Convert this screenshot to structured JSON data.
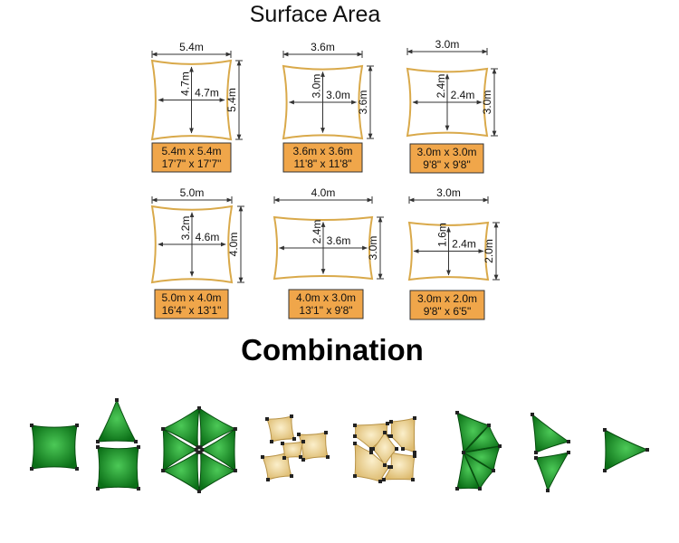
{
  "title": "Surface Area",
  "combination_title": "Combination",
  "colors": {
    "sail_outline": "#d9a94a",
    "label_fill": "#f0a64a",
    "label_border": "#333333",
    "dim_line": "#333333",
    "green_dark": "#0d7a1a",
    "green_light": "#3fbf4a",
    "sand_dark": "#e2c27a",
    "sand_light": "#f7e8bd",
    "corner": "#222222"
  },
  "sails": [
    {
      "top": "5.4m",
      "right": "5.4m",
      "inner_v": "4.7m",
      "inner_h": "4.7m",
      "label_1": "5.4m x 5.4m",
      "label_2": "17'7\" x 17'7\""
    },
    {
      "top": "3.6m",
      "right": "3.6m",
      "inner_v": "3.0m",
      "inner_h": "3.0m",
      "label_1": "3.6m x 3.6m",
      "label_2": "11'8\" x 11'8\""
    },
    {
      "top": "3.0m",
      "right": "3.0m",
      "inner_v": "2.4m",
      "inner_h": "2.4m",
      "label_1": "3.0m x 3.0m",
      "label_2": "9'8\" x 9'8\""
    },
    {
      "top": "5.0m",
      "right": "4.0m",
      "inner_v": "3.2m",
      "inner_h": "4.6m",
      "label_1": "5.0m x 4.0m",
      "label_2": "16'4\" x 13'1\""
    },
    {
      "top": "4.0m",
      "right": "3.0m",
      "inner_v": "2.4m",
      "inner_h": "3.6m",
      "label_1": "4.0m x 3.0m",
      "label_2": "13'1\" x 9'8\""
    },
    {
      "top": "3.0m",
      "right": "2.0m",
      "inner_v": "1.6m",
      "inner_h": "2.4m",
      "label_1": "3.0m x 2.0m",
      "label_2": "9'8\" x 6'5\""
    }
  ],
  "combinations": [
    {
      "icon": "single-square-sail-icon",
      "color": "green"
    },
    {
      "icon": "triangle-over-square-sail-icon",
      "color": "green"
    },
    {
      "icon": "hexagon-six-triangle-sail-icon",
      "color": "green"
    },
    {
      "icon": "four-square-sail-cluster-icon",
      "color": "sand"
    },
    {
      "icon": "square-diamond-sail-icon",
      "color": "sand"
    },
    {
      "icon": "fan-triangle-sail-icon",
      "color": "green"
    },
    {
      "icon": "two-stacked-triangle-sail-icon",
      "color": "green"
    },
    {
      "icon": "single-triangle-sail-icon",
      "color": "green"
    }
  ]
}
